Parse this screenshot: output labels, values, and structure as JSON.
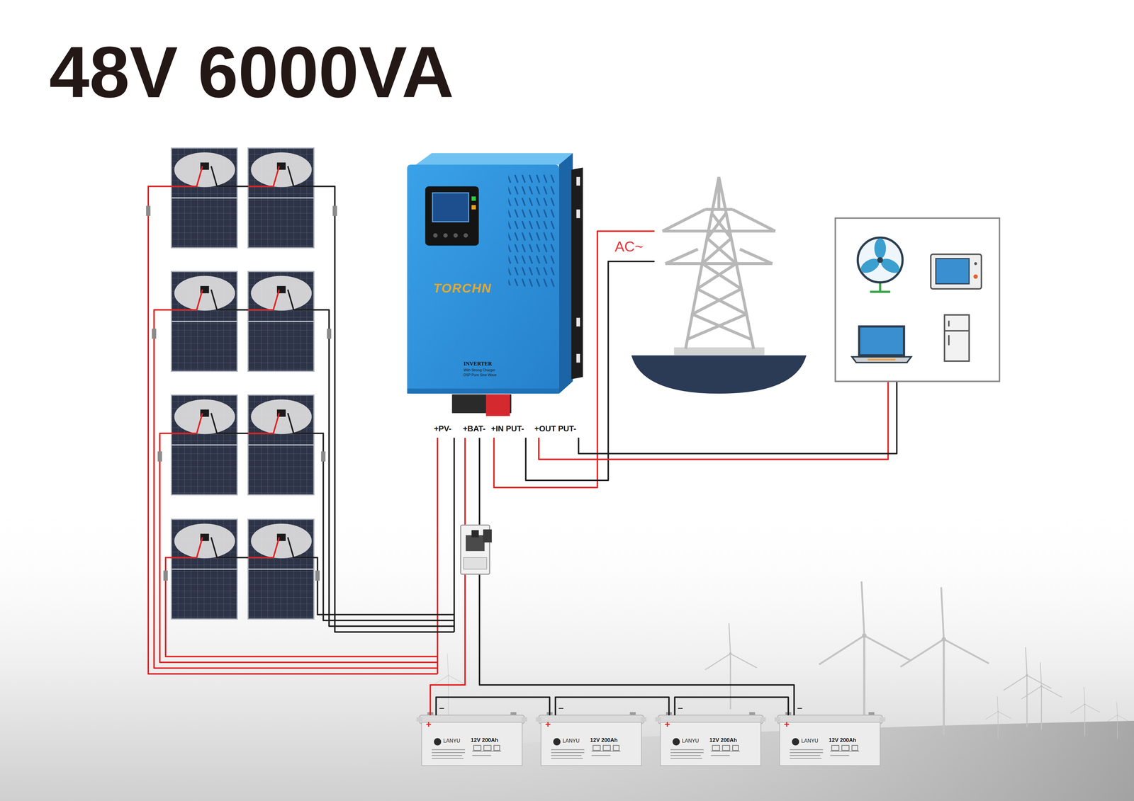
{
  "diagram": {
    "title": "48V 6000VA",
    "nodes": [
      {
        "text": [
          "TORCHN",
          "INVERTER",
          "With Strong Charger",
          "DSP Pure Sine Wave",
          "+PV-",
          "+BAT-",
          "+IN PUT-",
          "+OUT PUT-"
        ]
      },
      {
        "text": [
          "LANYU",
          "12V 200Ah"
        ]
      },
      {
        "text": [
          "LANYU",
          "12V 200Ah"
        ]
      },
      {
        "text": [
          "LANYU",
          "12V 200Ah"
        ]
      },
      {
        "text": [
          "LANYU",
          "12V 200Ah"
        ]
      }
    ],
    "edges": [
      {
        "from": 1,
        "to": 0,
        "arrow": "none"
      },
      {
        "from": 1,
        "to": 2,
        "arrow": "none"
      },
      {
        "from": 2,
        "to": 3,
        "arrow": "none"
      },
      {
        "from": 3,
        "to": 4,
        "arrow": "none"
      },
      {
        "from": 4,
        "to": 0,
        "arrow": "none"
      }
    ],
    "labels": [
      "AC~",
      "−",
      "+",
      "−",
      "+",
      "−",
      "+",
      "−",
      "+"
    ]
  }
}
